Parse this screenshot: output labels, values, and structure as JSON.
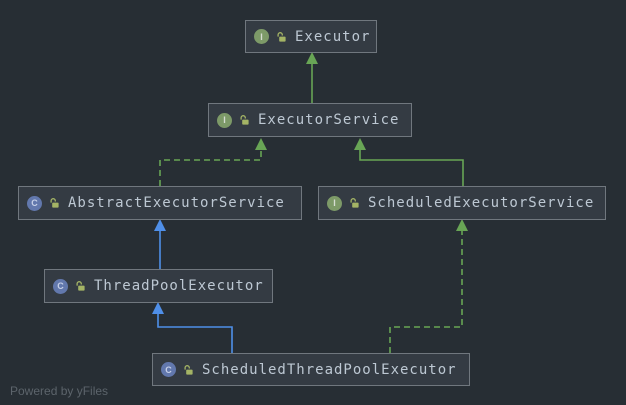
{
  "diagram": {
    "kind": "uml-class-hierarchy",
    "nodes": [
      {
        "id": "executor",
        "label": "Executor",
        "kind": "interface",
        "icon": "interface-icon",
        "icon_letter": "I",
        "visibility_icon": "unlock-icon"
      },
      {
        "id": "executor-service",
        "label": "ExecutorService",
        "kind": "interface",
        "icon": "interface-icon",
        "icon_letter": "I",
        "visibility_icon": "unlock-icon"
      },
      {
        "id": "abstract-executor-service",
        "label": "AbstractExecutorService",
        "kind": "class",
        "icon": "class-icon",
        "icon_letter": "C",
        "visibility_icon": "unlock-icon"
      },
      {
        "id": "scheduled-executor-service",
        "label": "ScheduledExecutorService",
        "kind": "interface",
        "icon": "interface-icon",
        "icon_letter": "I",
        "visibility_icon": "unlock-icon"
      },
      {
        "id": "thread-pool-executor",
        "label": "ThreadPoolExecutor",
        "kind": "class",
        "icon": "class-icon",
        "icon_letter": "C",
        "visibility_icon": "unlock-icon"
      },
      {
        "id": "scheduled-thread-pool-executor",
        "label": "ScheduledThreadPoolExecutor",
        "kind": "class",
        "icon": "class-icon",
        "icon_letter": "C",
        "visibility_icon": "unlock-icon"
      }
    ],
    "edges": [
      {
        "from": "ExecutorService",
        "to": "Executor",
        "relation": "extends",
        "line": "solid",
        "color": "green"
      },
      {
        "from": "AbstractExecutorService",
        "to": "ExecutorService",
        "relation": "implements",
        "line": "dashed",
        "color": "green"
      },
      {
        "from": "ScheduledExecutorService",
        "to": "ExecutorService",
        "relation": "extends",
        "line": "solid",
        "color": "green"
      },
      {
        "from": "ThreadPoolExecutor",
        "to": "AbstractExecutorService",
        "relation": "extends",
        "line": "solid",
        "color": "blue"
      },
      {
        "from": "ScheduledThreadPoolExecutor",
        "to": "ThreadPoolExecutor",
        "relation": "extends",
        "line": "solid",
        "color": "blue"
      },
      {
        "from": "ScheduledThreadPoolExecutor",
        "to": "ScheduledExecutorService",
        "relation": "implements",
        "line": "dashed",
        "color": "green"
      }
    ]
  },
  "footer": {
    "watermark": "Powered by yFiles"
  },
  "colors": {
    "canvas_bg": "#272e34",
    "node_fill": "#343b43",
    "node_border": "#70777e",
    "node_text": "#bdc8d3",
    "edge_green": "#68a555",
    "edge_blue": "#4f8fe8",
    "interface_icon_bg": "#7d9a68",
    "interface_icon_fg": "#d6ddd3",
    "class_icon_bg": "#6278ad",
    "class_icon_fg": "#c6d0e8",
    "lock_icon": "#a4b465",
    "watermark": "#5c646b"
  }
}
